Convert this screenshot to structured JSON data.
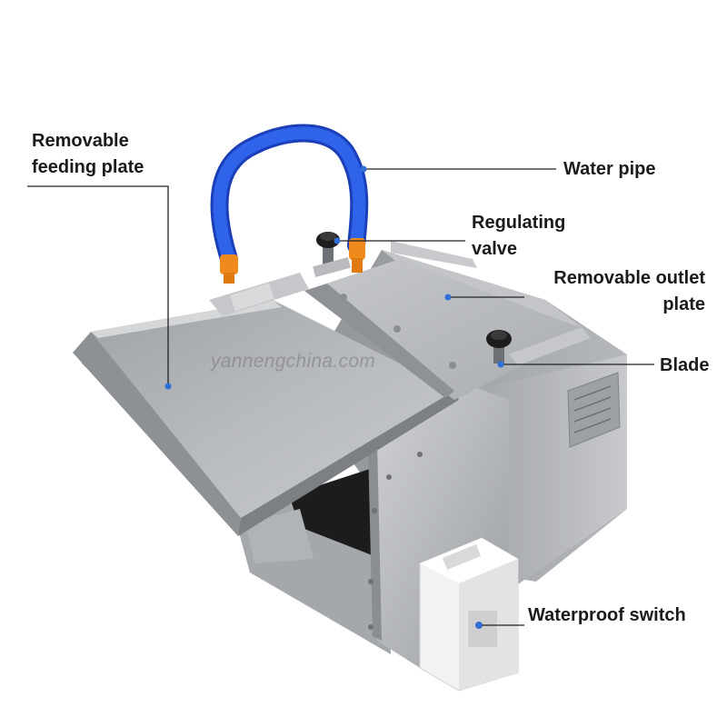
{
  "watermark": "yannengchina.com",
  "colors": {
    "pipe_blue": "#1f4fd8",
    "nozzle_orange": "#f08a1c",
    "steel": "#b9bcc0",
    "leader_dot": "#2f6fd6"
  },
  "callouts": [
    {
      "id": "removable-feeding-plate",
      "lines": [
        "Removable",
        "feeding plate"
      ]
    },
    {
      "id": "water-pipe",
      "lines": [
        "Water pipe"
      ]
    },
    {
      "id": "regulating-valve",
      "lines": [
        "Regulating",
        "valve"
      ]
    },
    {
      "id": "removable-outlet-plate",
      "lines": [
        "Removable outlet",
        "plate"
      ]
    },
    {
      "id": "blade",
      "lines": [
        "Blade"
      ]
    },
    {
      "id": "waterproof-switch",
      "lines": [
        "Waterproof switch"
      ]
    }
  ]
}
